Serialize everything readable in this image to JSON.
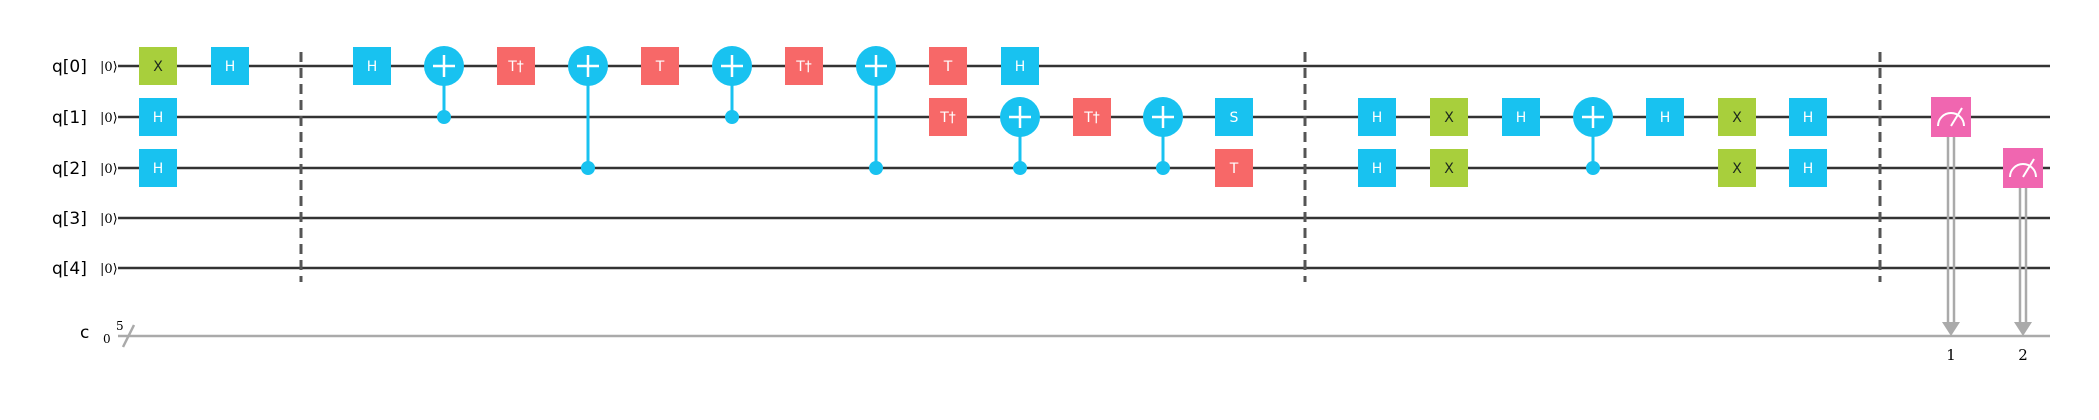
{
  "circuit": {
    "qubits": [
      {
        "label": "q[0]",
        "init": "|0⟩"
      },
      {
        "label": "q[1]",
        "init": "|0⟩"
      },
      {
        "label": "q[2]",
        "init": "|0⟩"
      },
      {
        "label": "q[3]",
        "init": "|0⟩"
      },
      {
        "label": "q[4]",
        "init": "|0⟩"
      },
      {
        "label": "c",
        "init": "0"
      }
    ],
    "classical_register": {
      "label": "c",
      "init": "0",
      "size": "5"
    },
    "colors": {
      "wire": "#333333",
      "classical_wire": "#aaaaaa",
      "barrier": "#555555",
      "h_gate": "#18c2f0",
      "x_gate": "#a8cf3c",
      "t_gate": "#f76868",
      "s_gate": "#18c2f0",
      "measure": "#f066b0"
    },
    "columns": [
      {
        "gates": [
          {
            "type": "X",
            "q": 0
          },
          {
            "type": "H",
            "q": 1
          },
          {
            "type": "H",
            "q": 2
          }
        ]
      },
      {
        "gates": [
          {
            "type": "H",
            "q": 0
          }
        ]
      },
      {
        "barrier": true
      },
      {
        "gates": [
          {
            "type": "H",
            "q": 0
          }
        ]
      },
      {
        "gates": [
          {
            "type": "CX",
            "ctrl": 1,
            "target": 0
          }
        ]
      },
      {
        "gates": [
          {
            "type": "T†",
            "q": 0
          }
        ]
      },
      {
        "gates": [
          {
            "type": "CX",
            "ctrl": 2,
            "target": 0
          }
        ]
      },
      {
        "gates": [
          {
            "type": "T",
            "q": 0
          }
        ]
      },
      {
        "gates": [
          {
            "type": "CX",
            "ctrl": 1,
            "target": 0
          }
        ]
      },
      {
        "gates": [
          {
            "type": "T†",
            "q": 0
          }
        ]
      },
      {
        "gates": [
          {
            "type": "CX",
            "ctrl": 2,
            "target": 0
          }
        ]
      },
      {
        "gates": [
          {
            "type": "T",
            "q": 0
          },
          {
            "type": "T†",
            "q": 1
          }
        ]
      },
      {
        "gates": [
          {
            "type": "H",
            "q": 0
          },
          {
            "type": "CX",
            "ctrl": 2,
            "target": 1
          }
        ]
      },
      {
        "gates": [
          {
            "type": "T†",
            "q": 1
          }
        ]
      },
      {
        "gates": [
          {
            "type": "CX",
            "ctrl": 2,
            "target": 1
          }
        ]
      },
      {
        "gates": [
          {
            "type": "S",
            "q": 1
          },
          {
            "type": "T",
            "q": 2
          }
        ]
      },
      {
        "barrier": true
      },
      {
        "gates": [
          {
            "type": "H",
            "q": 1
          },
          {
            "type": "H",
            "q": 2
          }
        ]
      },
      {
        "gates": [
          {
            "type": "X",
            "q": 1
          },
          {
            "type": "X",
            "q": 2
          }
        ]
      },
      {
        "gates": [
          {
            "type": "H",
            "q": 1
          }
        ]
      },
      {
        "gates": [
          {
            "type": "CX",
            "ctrl": 2,
            "target": 1
          }
        ]
      },
      {
        "gates": [
          {
            "type": "H",
            "q": 1
          }
        ]
      },
      {
        "gates": [
          {
            "type": "X",
            "q": 1
          },
          {
            "type": "X",
            "q": 2
          }
        ]
      },
      {
        "gates": [
          {
            "type": "H",
            "q": 1
          },
          {
            "type": "H",
            "q": 2
          }
        ]
      },
      {
        "barrier": true
      },
      {
        "gates": [
          {
            "type": "M",
            "q": 1,
            "cbit": "1"
          }
        ]
      },
      {
        "gates": [
          {
            "type": "M",
            "q": 2,
            "cbit": "2"
          }
        ]
      }
    ]
  }
}
